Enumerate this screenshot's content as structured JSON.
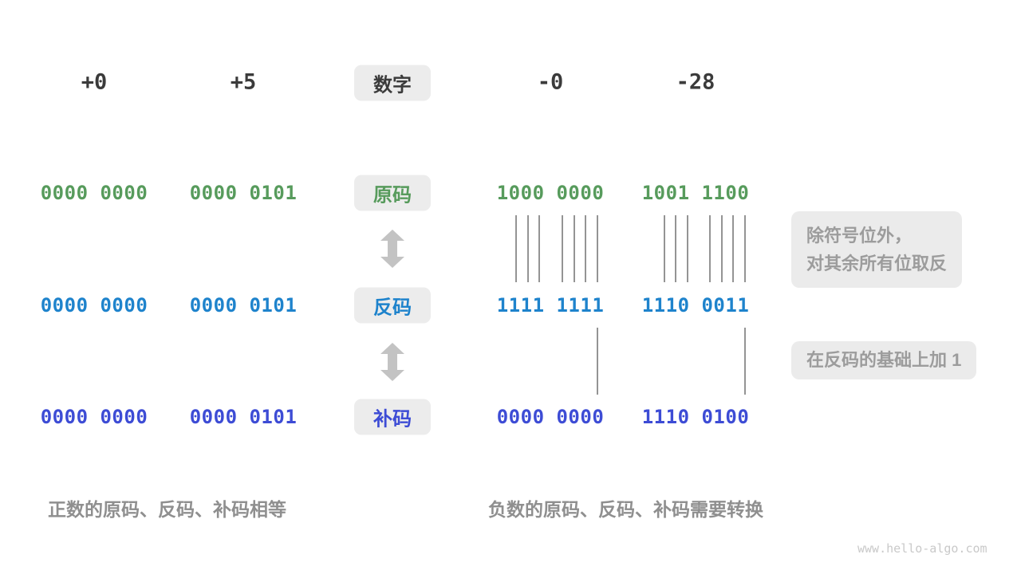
{
  "header": {
    "tag": "数字",
    "labels": [
      "+0",
      "+5",
      "-0",
      "-28"
    ]
  },
  "rows": [
    {
      "id": "sign-magnitude",
      "label": "原码",
      "color": "#579b5c",
      "values": [
        "0000 0000",
        "0000 0101",
        "1000 0000",
        "1001 1100"
      ]
    },
    {
      "id": "ones-complement",
      "label": "反码",
      "color": "#1e83cc",
      "values": [
        "0000 0000",
        "0000 0101",
        "1111 1111",
        "1110 0011"
      ]
    },
    {
      "id": "twos-complement",
      "label": "补码",
      "color": "#3d4cd5",
      "values": [
        "0000 0000",
        "0000 0101",
        "0000 0000",
        "1110 0100"
      ]
    }
  ],
  "annotations": {
    "invert_line1": "除符号位外，",
    "invert_line2": "对其余所有位取反",
    "add_one": "在反码的基础上加 1"
  },
  "captions": {
    "positive": "正数的原码、反码、补码相等",
    "negative": "负数的原码、反码、补码需要转换"
  },
  "watermark": "www.hello-algo.com",
  "colors": {
    "header_text": "#3b3b3b",
    "pill_background": "#ececec",
    "annotation_background": "#ebebeb",
    "annotation_text": "#9c9c9c",
    "caption_text": "#8f8f8f",
    "arrow": "#c3c3c3",
    "tick_line": "#949494"
  }
}
